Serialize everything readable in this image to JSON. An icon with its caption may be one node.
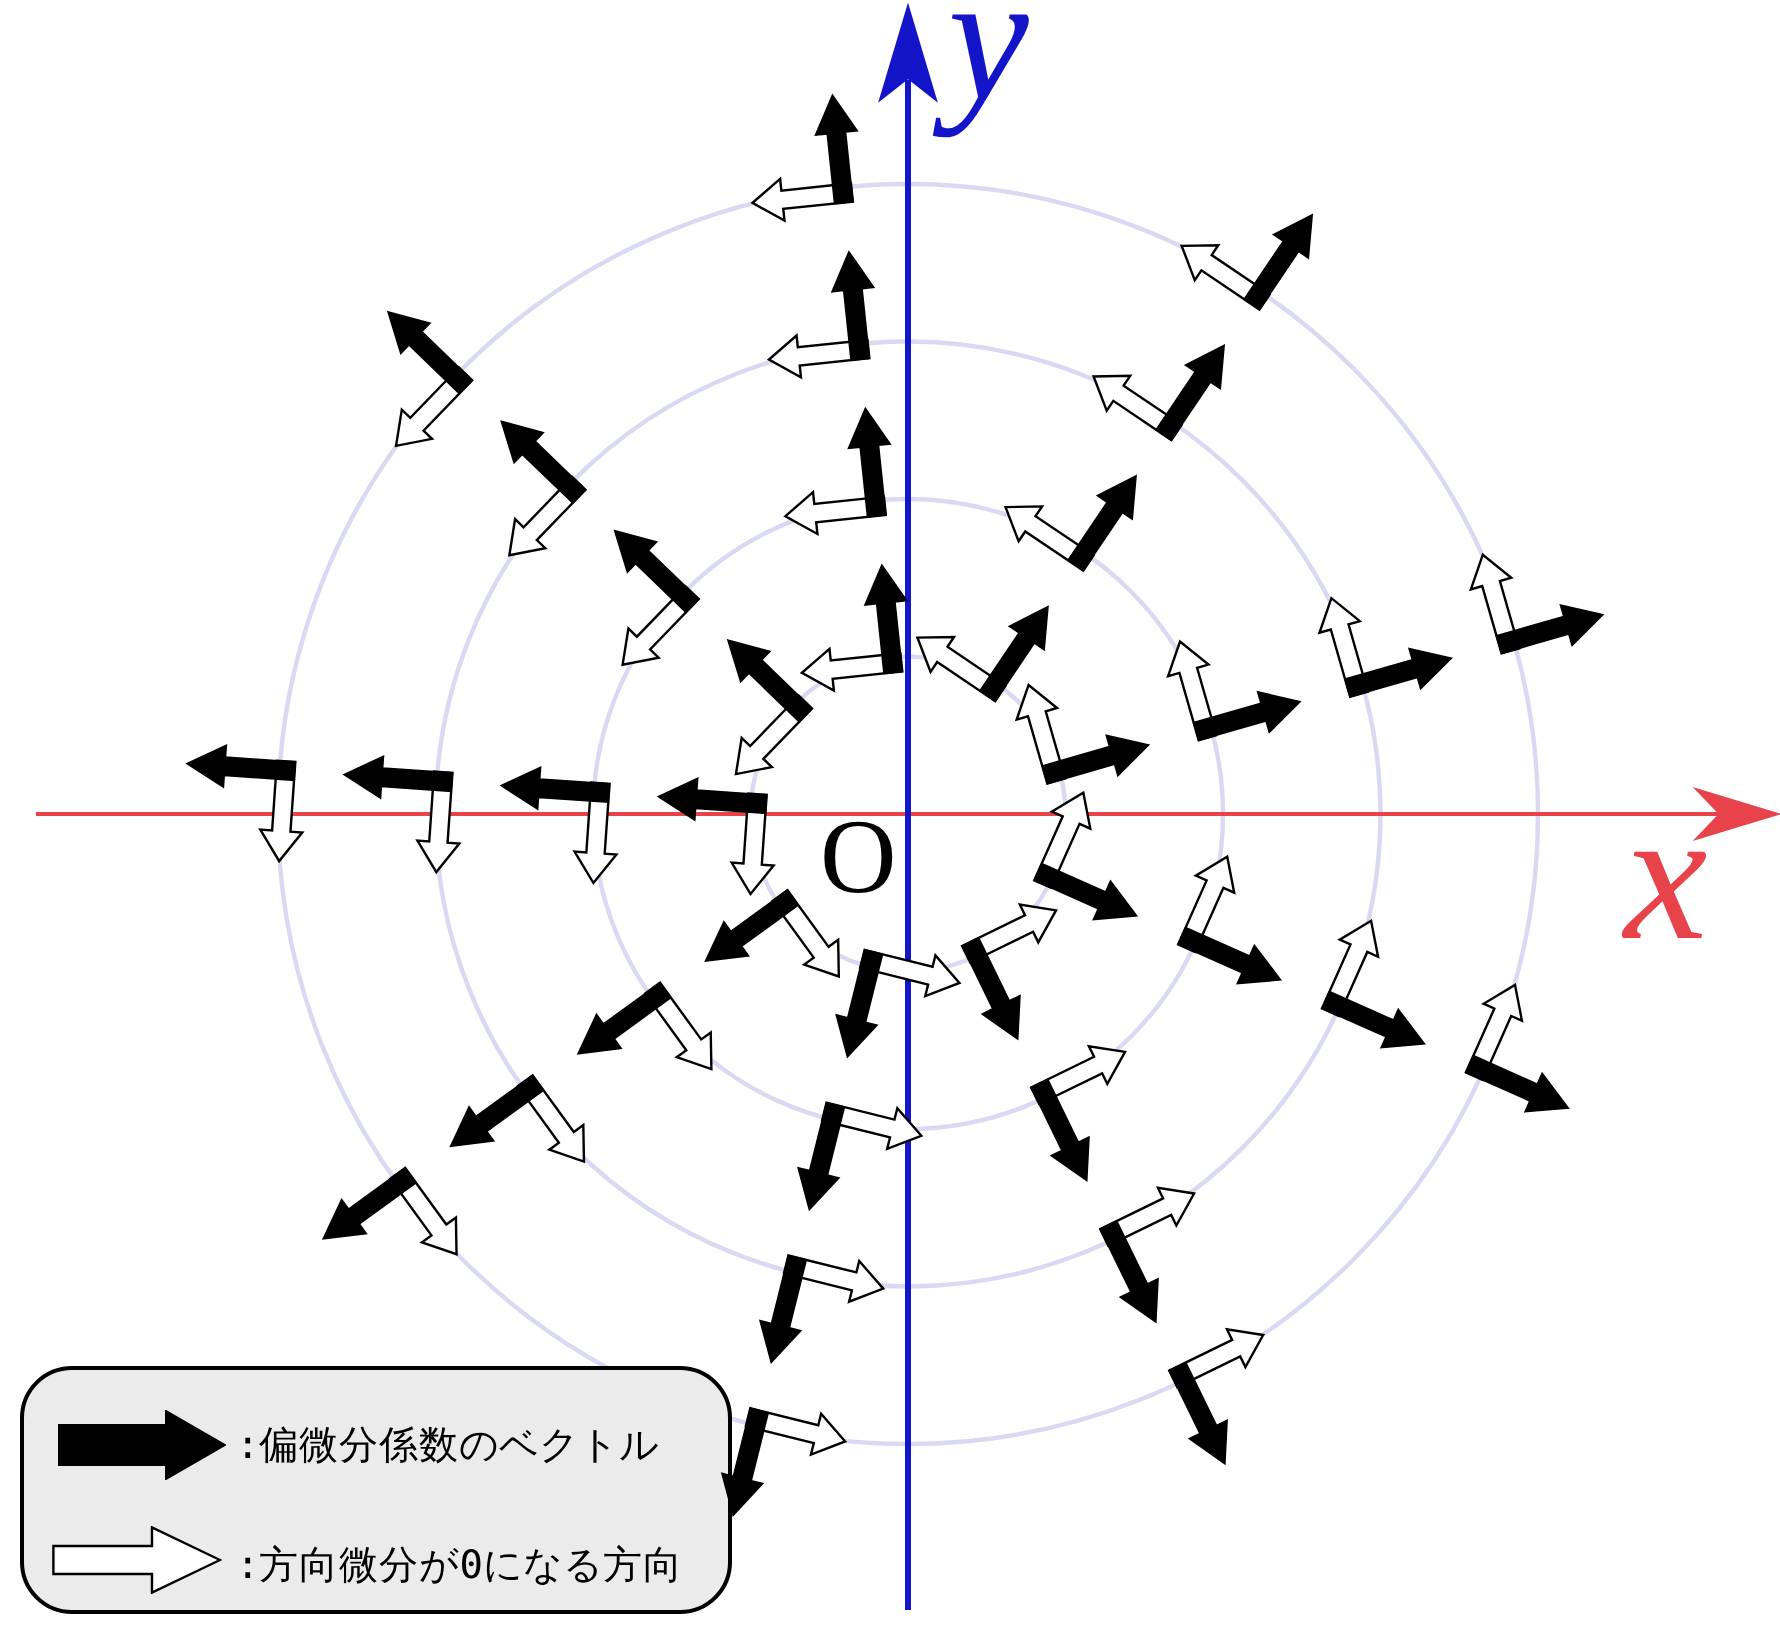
{
  "diagram": {
    "labels": [
      "y",
      "O",
      "x"
    ],
    "legend": [
      {
        "text": ":偏微分係数のベクトル"
      },
      {
        "text": ":方向微分が0になる方向"
      }
    ]
  }
}
